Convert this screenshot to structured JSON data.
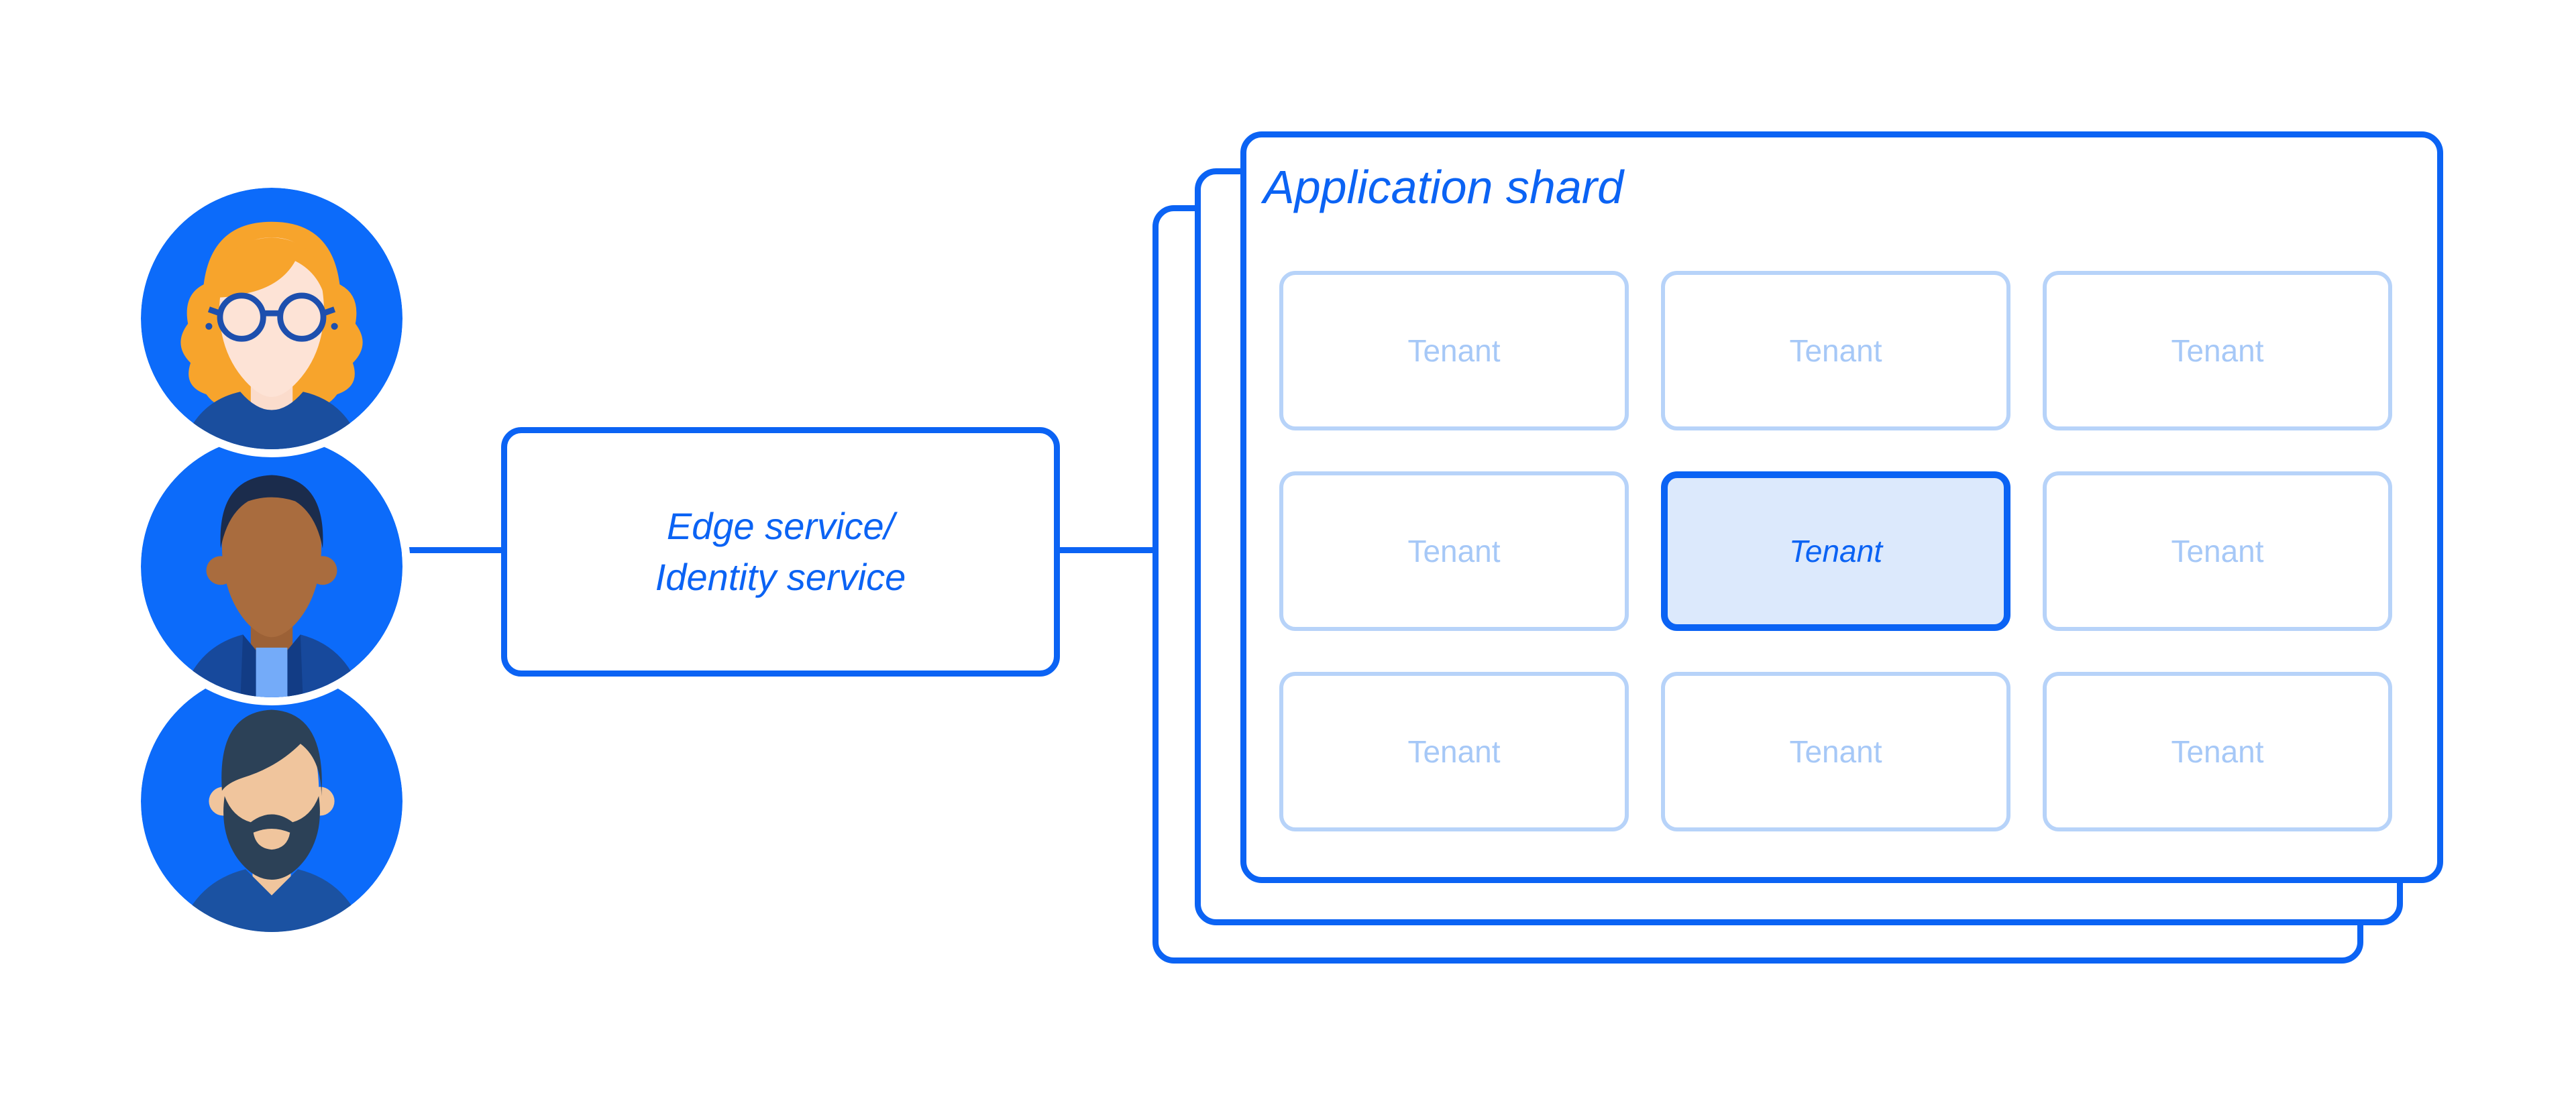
{
  "diagram": {
    "users": {
      "items": [
        {
          "icon": "user-woman-glasses-avatar"
        },
        {
          "icon": "user-man-short-hair-avatar"
        },
        {
          "icon": "user-man-beard-avatar"
        }
      ]
    },
    "edge_service": {
      "label_line1": "Edge service/",
      "label_line2": "Identity service"
    },
    "application_shard": {
      "title": "Application shard",
      "stack_count": 3,
      "tenants": [
        {
          "label": "Tenant",
          "state": "default"
        },
        {
          "label": "Tenant",
          "state": "default"
        },
        {
          "label": "Tenant",
          "state": "default"
        },
        {
          "label": "Tenant",
          "state": "default"
        },
        {
          "label": "Tenant",
          "state": "active"
        },
        {
          "label": "Tenant",
          "state": "default"
        },
        {
          "label": "Tenant",
          "state": "default"
        },
        {
          "label": "Tenant",
          "state": "default"
        },
        {
          "label": "Tenant",
          "state": "default"
        }
      ]
    }
  },
  "colors": {
    "accent": "#0b63f4",
    "avatar-bg": "#0c6bfa",
    "tenant-border": "#b7d3f9",
    "tenant-text": "#a6c8f7",
    "tenant-active-bg": "#dce9fc"
  }
}
